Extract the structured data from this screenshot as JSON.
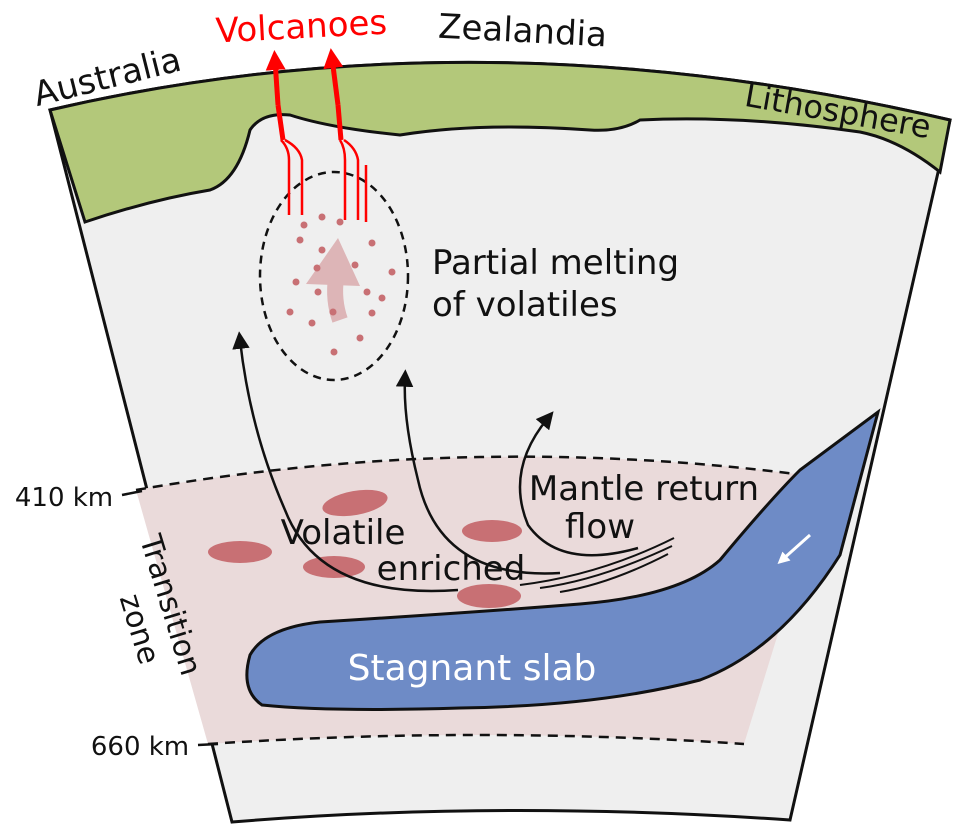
{
  "labels": {
    "australia": "Australia",
    "zealandia": "Zealandia",
    "volcanoes": "Volcanoes",
    "lithosphere": "Lithosphere",
    "partial_melting_line1": "Partial melting",
    "partial_melting_line2": "of volatiles",
    "mantle_return_line1": "Mantle return",
    "mantle_return_line2": "flow",
    "volatile_line1": "Volatile",
    "volatile_line2": "enriched",
    "depth_410": "410 km",
    "depth_660": "660 km",
    "transition_line1": "Transition",
    "transition_line2": "zone",
    "stagnant_slab": "Stagnant slab"
  },
  "colors": {
    "lithosphere": "#b3c87a",
    "mantle": "#efefef",
    "transition_zone": "#eadada",
    "slab": "#6e8bc6",
    "blob": "#c87074",
    "volcano": "#ff0000",
    "arrow": "#111111"
  },
  "icons": {
    "slab_direction": "arrow-down-left-icon",
    "upwelling": "arrow-up-icon"
  }
}
